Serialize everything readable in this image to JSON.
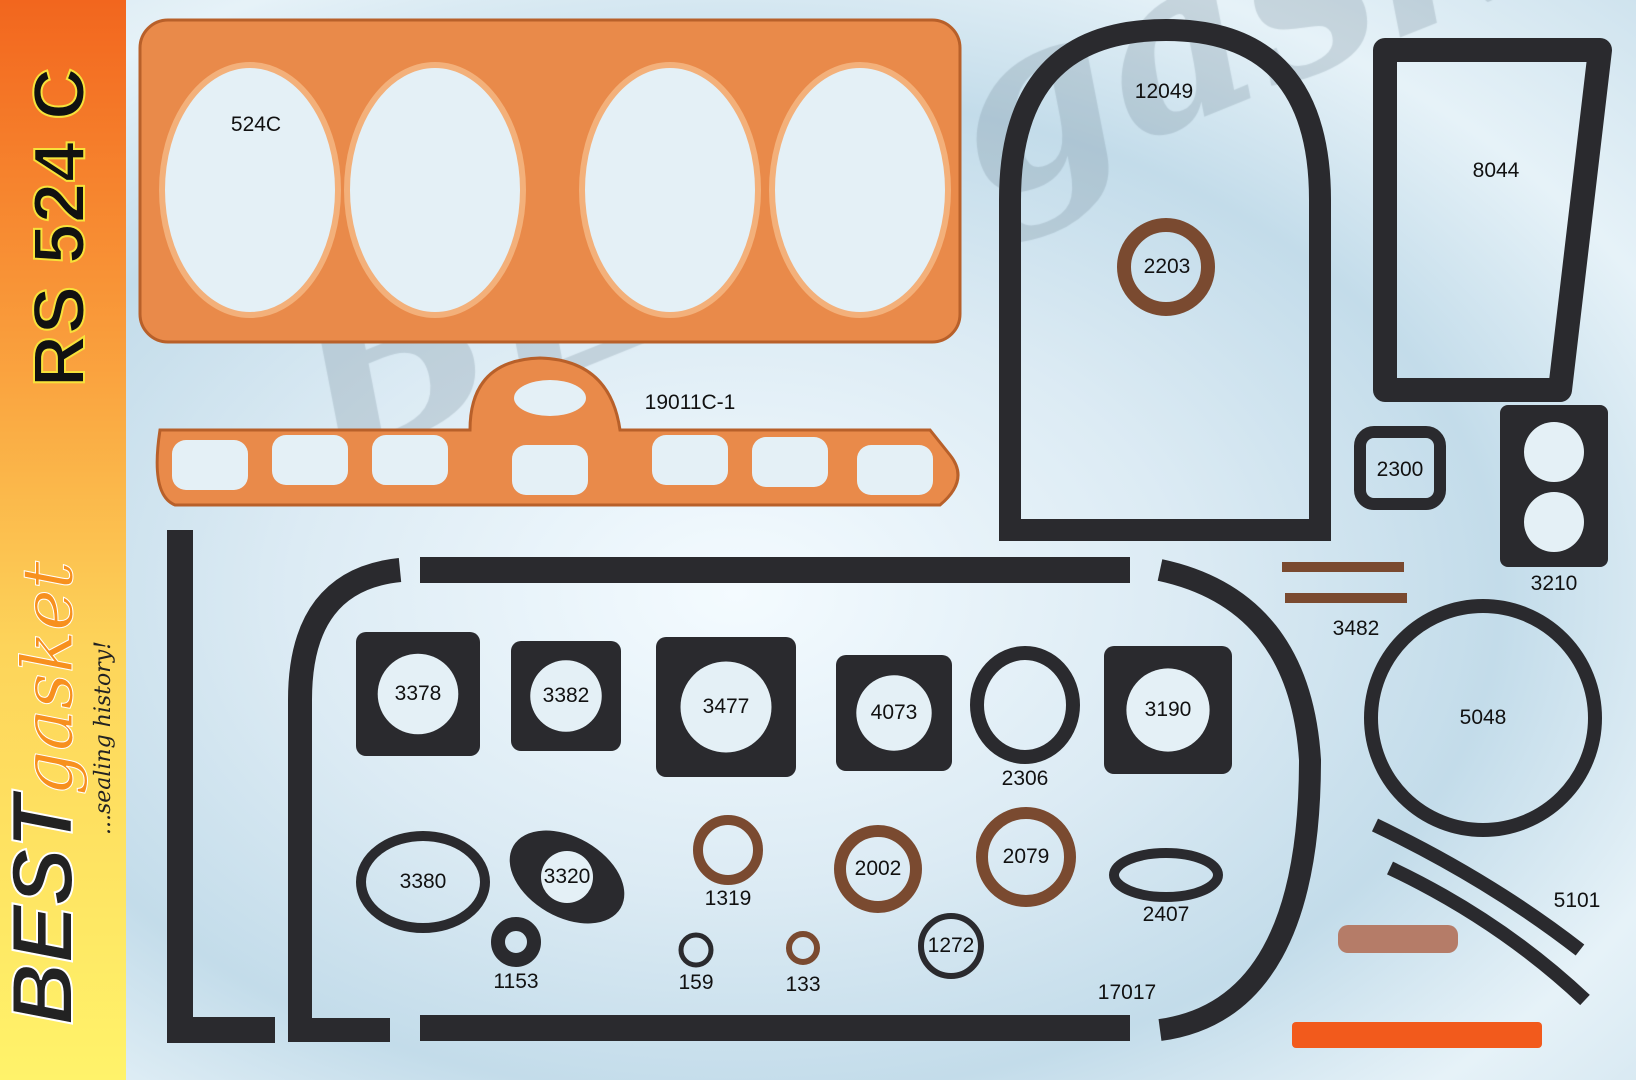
{
  "kit_number": "RS 524 C",
  "brand": {
    "name_part1": "BEST",
    "name_part2": "gasket",
    "tagline": "...sealing history!"
  },
  "watermark": "BESTgasket",
  "colors": {
    "copper": "#e98a4a",
    "black_gasket": "#2a2a2e",
    "cork": "#7a4a30",
    "banner_top": "#f2661e",
    "banner_bottom": "#fff36a"
  },
  "parts": {
    "p524C": "524C",
    "p19011C1": "19011C-1",
    "p12049": "12049",
    "p2203": "2203",
    "p8044": "8044",
    "p2300": "2300",
    "p3210": "3210",
    "p3482": "3482",
    "p5048": "5048",
    "p5101": "5101",
    "p3378": "3378",
    "p3382": "3382",
    "p3477": "3477",
    "p4073": "4073",
    "p2306": "2306",
    "p3190": "3190",
    "p3380": "3380",
    "p3320": "3320",
    "p1319": "1319",
    "p2002": "2002",
    "p2079": "2079",
    "p2407": "2407",
    "p1153": "1153",
    "p159": "159",
    "p133": "133",
    "p1272": "1272",
    "p17017": "17017"
  }
}
